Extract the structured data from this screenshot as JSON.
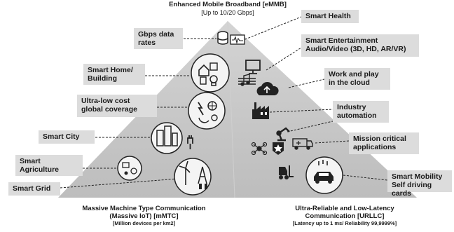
{
  "apex": {
    "title": "Enhanced Mobile Broadband [eMMB]",
    "subtitle": "[Up to 10/20 Gbps]"
  },
  "corners": {
    "left": {
      "line1": "Massive Machine Type  Communication",
      "line2": "(Massive IoT) [mMTC]",
      "line3": "[Million devices per km2]"
    },
    "right": {
      "line1": "Ultra-Reliable and Low-Latency",
      "line2": "Communication [URLLC]",
      "line3": "[Latency up to 1 ms/ Reliability 99,9999%]"
    }
  },
  "left_labels": [
    {
      "id": "gbps",
      "text": "Gbps data\nrates"
    },
    {
      "id": "home",
      "text": "Smart Home/\nBuilding"
    },
    {
      "id": "coverage",
      "text": "Ultra-low cost\nglobal coverage"
    },
    {
      "id": "city",
      "text": "Smart City"
    },
    {
      "id": "agri",
      "text": "Smart\nAgriculture"
    },
    {
      "id": "grid",
      "text": "Smart Grid"
    }
  ],
  "right_labels": [
    {
      "id": "health",
      "text": "Smart Health"
    },
    {
      "id": "entertainment",
      "text": "Smart Entertainment\nAudio/Video (3D, HD, AR/VR)"
    },
    {
      "id": "cloud",
      "text": "Work and play\nin the cloud"
    },
    {
      "id": "industry",
      "text": "Industry\nautomation"
    },
    {
      "id": "mission",
      "text": "Mission critical\napplications"
    },
    {
      "id": "mobility",
      "text": "Smart Mobility\nSelf driving cards"
    }
  ],
  "icons": [
    "database-icon",
    "waveform-icon",
    "monitor-icon",
    "music-notes-icon",
    "cloud-upload-icon",
    "factory-icon",
    "robot-arm-icon",
    "ambulance-icon",
    "network-nodes-icon",
    "badge-star-icon",
    "forklift-icon",
    "smart-home-icon",
    "lightbulb-icon",
    "global-coverage-icon",
    "city-buildings-icon",
    "plug-icon",
    "agriculture-icon",
    "wind-turbine-icon",
    "power-tower-icon",
    "car-icon"
  ]
}
